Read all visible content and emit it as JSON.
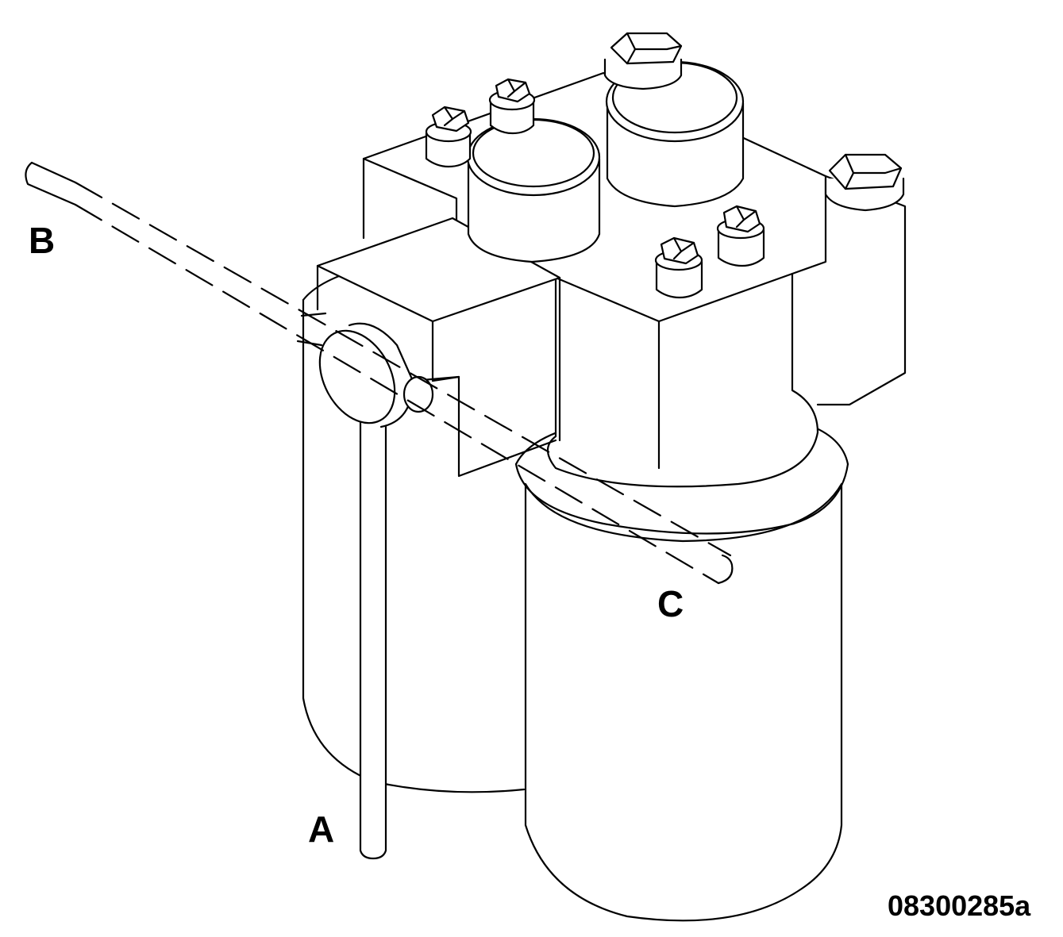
{
  "labels": {
    "a": "A",
    "b": "B",
    "c": "C"
  },
  "drawing_code": "08300285a",
  "colors": {
    "line": "#000000",
    "background": "#ffffff"
  }
}
